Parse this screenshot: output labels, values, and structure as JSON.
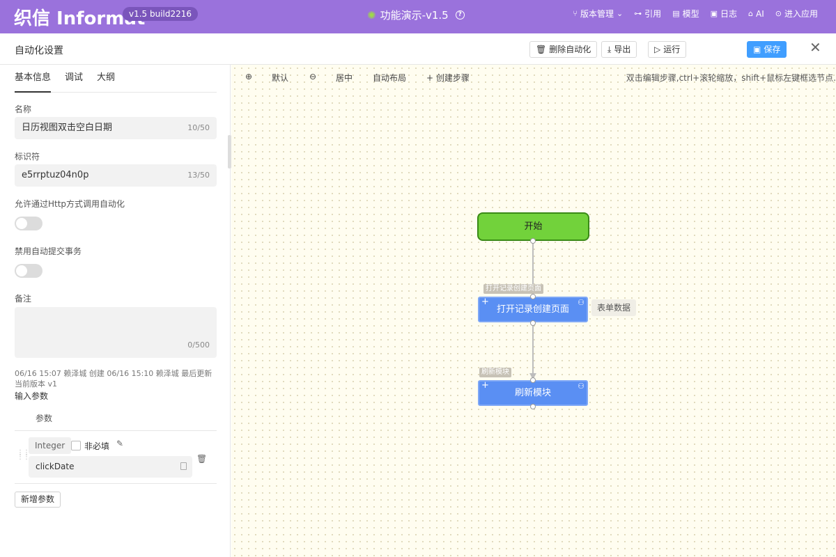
{
  "topbar": {
    "brand": "织信 Informat",
    "version": "v1.5 build2216",
    "app_title": "功能演示-v1.5",
    "nav": [
      {
        "label": "版本管理",
        "icon": "branch-icon"
      },
      {
        "label": "引用",
        "icon": "reference-icon"
      },
      {
        "label": "模型",
        "icon": "model-icon"
      },
      {
        "label": "日志",
        "icon": "log-icon"
      },
      {
        "label": "AI",
        "icon": "ai-icon"
      },
      {
        "label": "进入应用",
        "icon": "enter-app-icon"
      }
    ]
  },
  "panel": {
    "title": "自动化设置",
    "delete_label": "删除自动化",
    "export_label": "导出",
    "run_label": "运行",
    "save_label": "保存"
  },
  "left": {
    "tabs": [
      "基本信息",
      "调试",
      "大纲"
    ],
    "name_label": "名称",
    "name_value": "日历视图双击空白日期",
    "name_count": "10/50",
    "id_label": "标识符",
    "id_value": "e5rrptuz04n0p",
    "id_count": "13/50",
    "http_label": "允许通过Http方式调用自动化",
    "tx_label": "禁用自动提交事务",
    "note_label": "备注",
    "note_count": "0/500",
    "meta_line1": "06/16 15:07 赖泽城 创建 06/16 15:10 赖泽城 最后更新",
    "meta_line2": "当前版本 v1",
    "params_label": "输入参数",
    "param_col": "参数",
    "params": [
      {
        "type": "Integer",
        "optional_label": "非必填",
        "name": "clickDate"
      }
    ],
    "add_param_label": "新增参数"
  },
  "canvas": {
    "tools": [
      "默认",
      "居中",
      "自动布局",
      "+ 创建步骤"
    ],
    "hint": "双击编辑步骤,ctrl+滚轮缩放，shift+鼠标左键框选节点.",
    "start_label": "开始",
    "steps": [
      {
        "tag": "打开记录创建页面",
        "label": "打开记录创建页面",
        "side": "表单数据"
      },
      {
        "tag": "刷新模块",
        "label": "刷新模块"
      }
    ]
  },
  "colors": {
    "topbar": "#9a72dc",
    "primary": "#409eff",
    "start_node": "#72d23b",
    "step_node": "#5a8ff3",
    "canvas_bg": "#fffdf0"
  }
}
